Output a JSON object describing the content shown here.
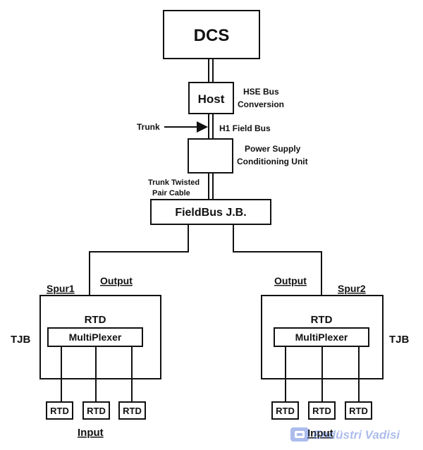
{
  "diagram": {
    "dcs": "DCS",
    "host": "Host",
    "hse_line1": "HSE Bus",
    "hse_line2": "Conversion",
    "trunk": "Trunk",
    "h1_bus": "H1 Field Bus",
    "psu_line1": "Power Supply",
    "psu_line2": "Conditioning Unit",
    "twisted_line1": "Trunk Twisted",
    "twisted_line2": "Pair Cable",
    "fieldbus_jb": "FieldBus J.B.",
    "left": {
      "spur": "Spur1",
      "output": "Output",
      "rtd": "RTD",
      "multiplexer": "MultiPlexer",
      "tjb": "TJB",
      "sensors": [
        "RTD",
        "RTD",
        "RTD"
      ],
      "input": "Input"
    },
    "right": {
      "spur": "Spur2",
      "output": "Output",
      "rtd": "RTD",
      "multiplexer": "MultiPlexer",
      "tjb": "TJB",
      "sensors": [
        "RTD",
        "RTD",
        "RTD"
      ],
      "input": "Input"
    }
  },
  "watermark": {
    "brand": "Endüstri Vadisi"
  }
}
